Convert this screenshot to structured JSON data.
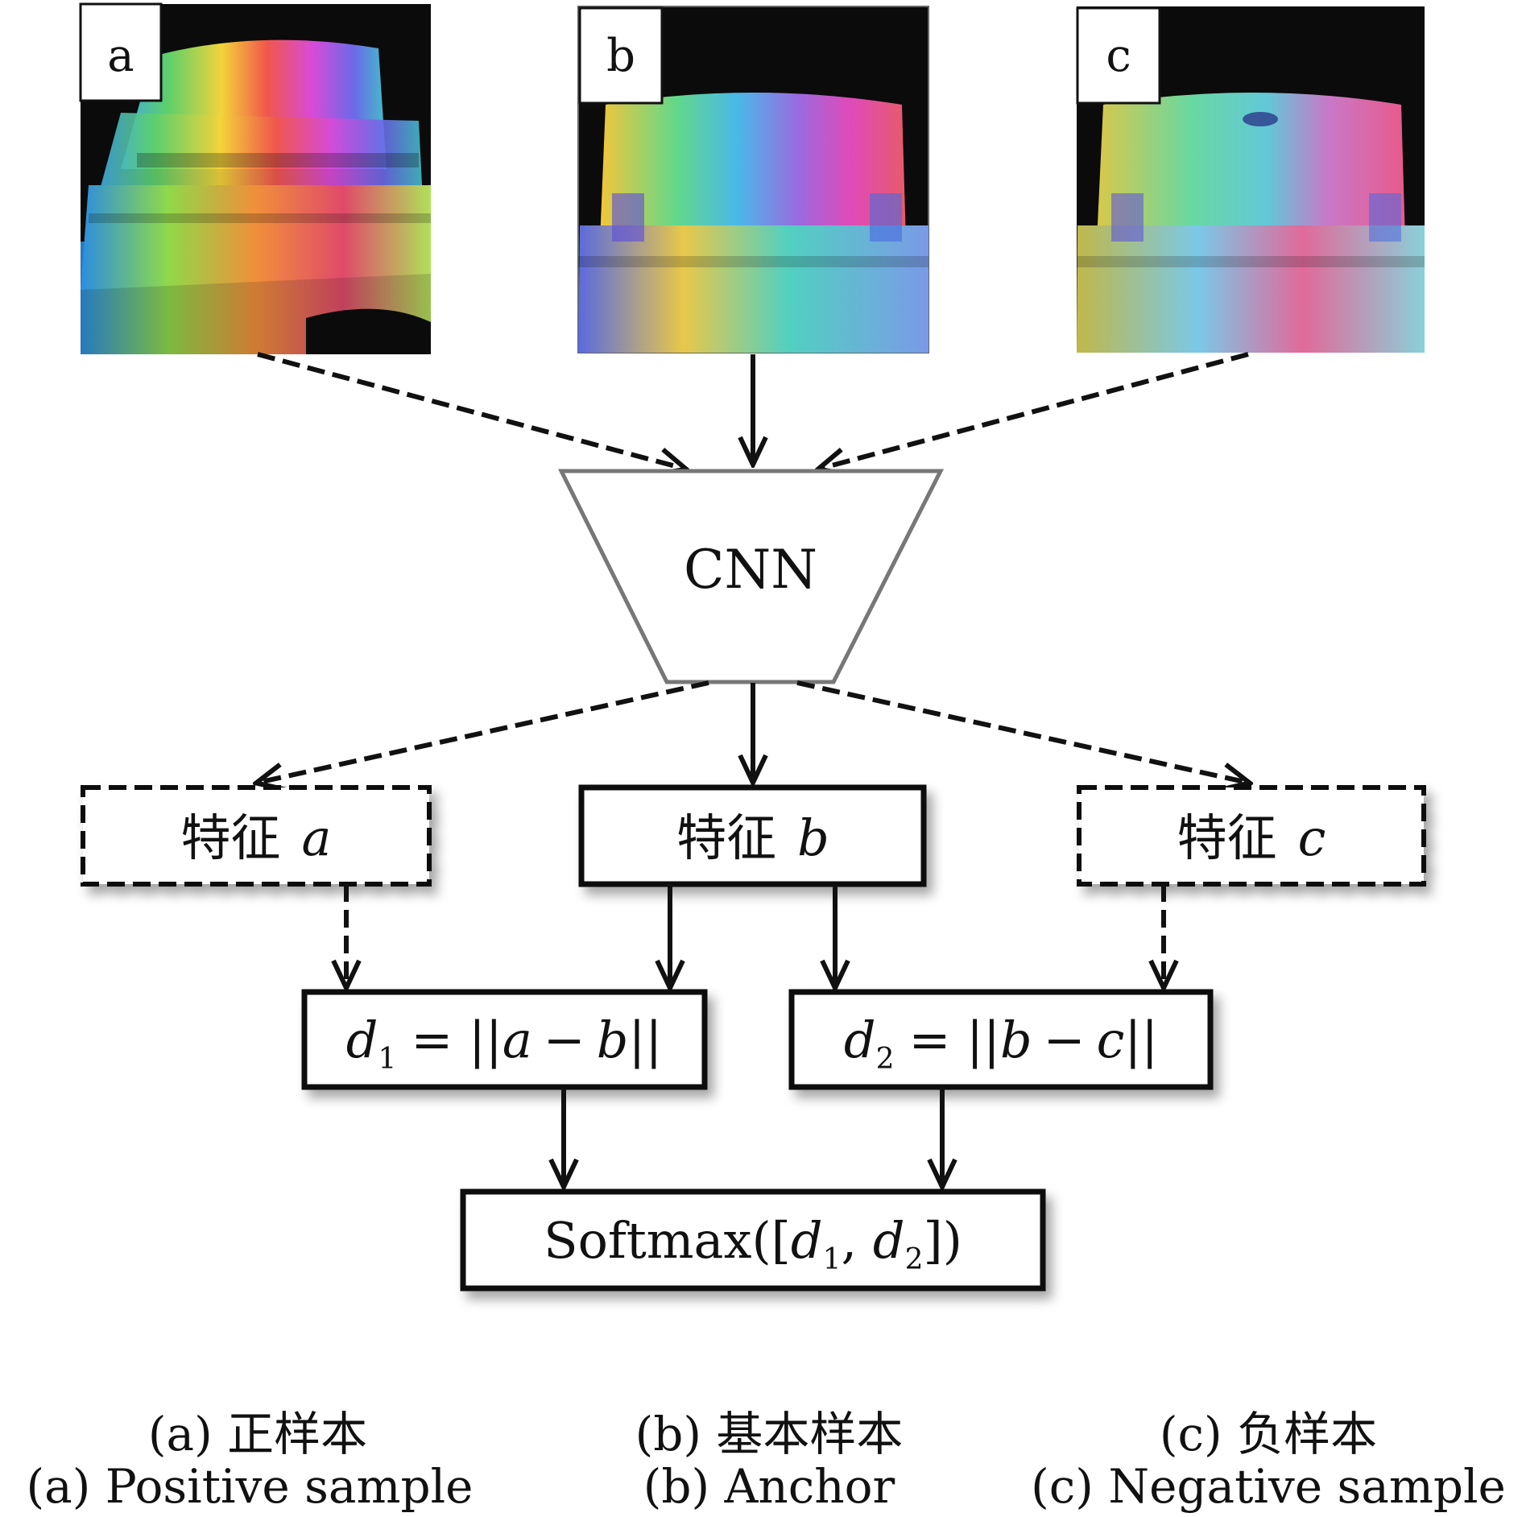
{
  "panels": [
    {
      "letter": "a",
      "caption_cn": "(a) 正样本",
      "caption_en": "(a) Positive sample"
    },
    {
      "letter": "b",
      "caption_cn": "(b) 基本样本",
      "caption_en": "(b) Anchor"
    },
    {
      "letter": "c",
      "caption_cn": "(c) 负样本",
      "caption_en": "(c) Negative sample"
    }
  ],
  "cnn_label": "CNN",
  "features": [
    {
      "prefix": "特征",
      "var": "a"
    },
    {
      "prefix": "特征",
      "var": "b"
    },
    {
      "prefix": "特征",
      "var": "c"
    }
  ],
  "distances": [
    {
      "d": "d",
      "sub": "1",
      "expr_pre": "= ||",
      "x1": "a",
      "minus": "−",
      "x2": "b",
      "expr_post": "||"
    },
    {
      "d": "d",
      "sub": "2",
      "expr_pre": "= ||",
      "x1": "b",
      "minus": "−",
      "x2": "c",
      "expr_post": "||"
    }
  ],
  "softmax": {
    "func": "Softmax([",
    "d": "d",
    "sub1": "1",
    "sep": ", ",
    "sub2": "2",
    "close": "])"
  }
}
